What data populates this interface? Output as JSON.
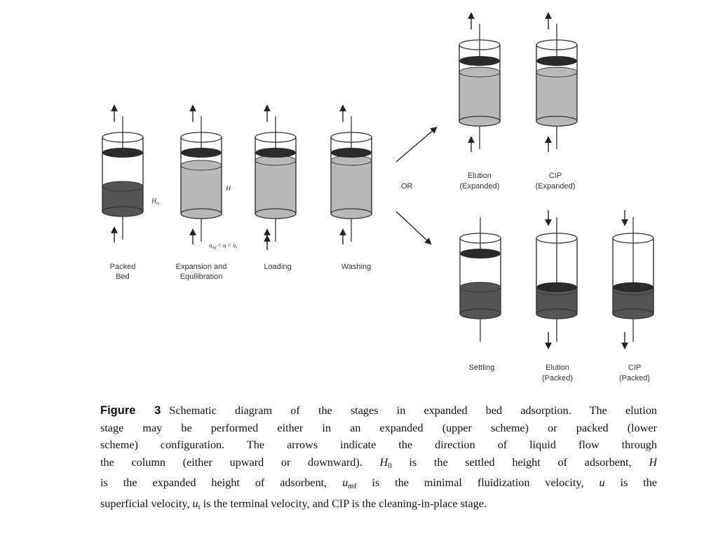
{
  "diagram": {
    "stages": [
      {
        "id": "packed-bed",
        "label_lines": [
          "Packed",
          "Bed"
        ],
        "bed": "packed"
      },
      {
        "id": "expansion",
        "label_lines": [
          "Expansion and",
          "Equilibration"
        ],
        "bed": "expanded"
      },
      {
        "id": "loading",
        "label_lines": [
          "Loading"
        ],
        "bed": "expanded"
      },
      {
        "id": "washing",
        "label_lines": [
          "Washing"
        ],
        "bed": "expanded"
      },
      {
        "id": "elution-expanded",
        "label_lines": [
          "Elution",
          "(Expanded)"
        ],
        "bed": "expanded"
      },
      {
        "id": "cip-expanded",
        "label_lines": [
          "CIP",
          "(Expanded)"
        ],
        "bed": "expanded"
      },
      {
        "id": "settling",
        "label_lines": [
          "Settling"
        ],
        "bed": "packed"
      },
      {
        "id": "elution-packed",
        "label_lines": [
          "Elution",
          "(Packed)"
        ],
        "bed": "packed"
      },
      {
        "id": "cip-packed",
        "label_lines": [
          "CIP",
          "(Packed)"
        ],
        "bed": "packed"
      }
    ],
    "annotations": {
      "h0": "H",
      "h0_sub": "o",
      "h": "H",
      "velocity": "u",
      "velocity_sub_mf": "mf",
      "velocity_sub_t": "t",
      "lt": "<",
      "or": "OR"
    },
    "colors": {
      "packed_bed": "#555555",
      "expanded_bed": "#b8b8b8",
      "piston": "#2a2a2a",
      "outline": "#333333"
    }
  },
  "caption": {
    "figure_label": "Figure 3",
    "line1": "Schematic diagram of the stages in expanded bed adsorption. The elution",
    "line2": "stage may be performed either in an expanded (upper scheme) or packed (lower",
    "line3": "scheme) configuration. The arrows indicate the direction of liquid flow through",
    "line4": "the column (either upward or downward).",
    "H": "H",
    "zero": "0",
    "line5a": "is the settled height of adsorbent,",
    "line5b": "is the expanded height of adsorbent,",
    "u": "u",
    "mf": "mf",
    "line6a": "is the minimal fluidization velocity,",
    "line6b": "is the",
    "line7a": "superficial velocity,",
    "t": "t",
    "line7b": "is the terminal velocity, and CIP is the cleaning-in-place stage."
  }
}
